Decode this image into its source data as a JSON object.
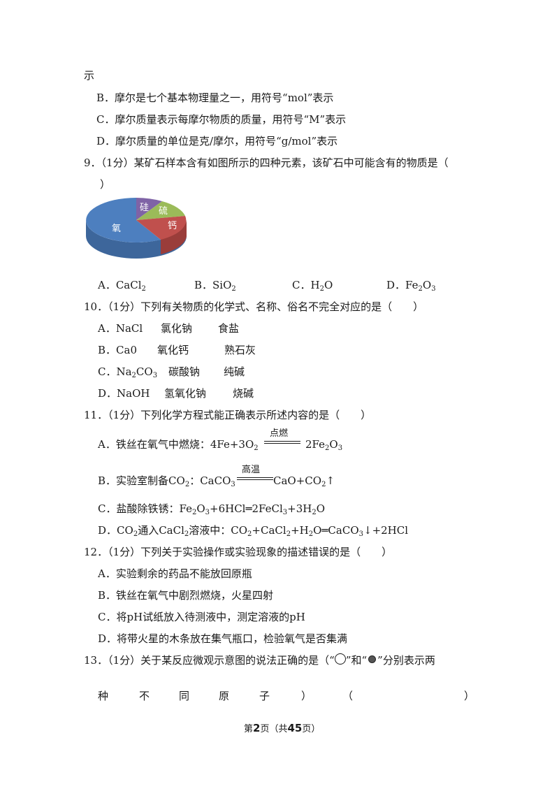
{
  "q8": {
    "cont": "示",
    "B": "B．摩尔是七个基本物理量之一，用符号“mol”表示",
    "C": "C．摩尔质量表示每摩尔物质的质量，用符号“M”表示",
    "D": "D．摩尔质量的单位是克/摩尔，用符号“g/mol”表示"
  },
  "q9": {
    "stem1": "9．（1分）某矿石样本含有如图所示的四种元素，该矿石中可能含有的物质是（",
    "stem2": "）",
    "pie": {
      "slices": [
        {
          "label": "氧",
          "color": "#4d7fbf"
        },
        {
          "label": "硅",
          "color": "#7f63a6"
        },
        {
          "label": "硫",
          "color": "#9bbb59"
        },
        {
          "label": "钙",
          "color": "#c0504d"
        }
      ]
    },
    "options": {
      "A_pre": "A．CaCl",
      "A_sub": "2",
      "B_pre": "B．SiO",
      "B_sub": "2",
      "C_pre": "C．H",
      "C_sub": "2",
      "C_post": "O",
      "D_pre": "D．Fe",
      "D_sub1": "2",
      "D_mid": "O",
      "D_sub2": "3"
    }
  },
  "q10": {
    "stem": "10．（1分）下列有关物质的化学式、名称、俗名不完全对应的是（　　）",
    "A_f": "A．NaCl",
    "A_n": "氯化钠",
    "A_c": "食盐",
    "B_f": "B．Ca0",
    "B_n": "氧化钙",
    "B_c": "熟石灰",
    "C_f1": "C．Na",
    "C_s1": "2",
    "C_f2": "CO",
    "C_s2": "3",
    "C_n": "碳酸钠",
    "C_c": "纯碱",
    "D_f": "D．NaOH",
    "D_n": "氢氧化钠",
    "D_c": "烧碱"
  },
  "q11": {
    "stem": "11．（1分）下列化学方程式能正确表示所述内容的是（　　）",
    "A": {
      "t1": "A．铁丝在氧气中燃烧：4Fe+3O",
      "s1": "2",
      "cond": "点燃",
      "t2": "2Fe",
      "s2": "2",
      "t3": "O",
      "s3": "3"
    },
    "B": {
      "t1": "B．实验室制备CO",
      "s1": "2",
      "t2": "：CaCO",
      "s2": "3",
      "cond": "高温",
      "t3": "CaO+CO",
      "s3": "2",
      "t4": "↑"
    },
    "C": {
      "t1": "C．盐酸除铁锈：Fe",
      "s1": "2",
      "t2": "O",
      "s2": "3",
      "t3": "+6HCl═2FeCl",
      "s3": "3",
      "t4": "+3H",
      "s4": "2",
      "t5": "O"
    },
    "D": {
      "t1": "D．CO",
      "s1": "2",
      "t2": "通入CaCl",
      "s2": "2",
      "t3": "溶液中：CO",
      "s3": "2",
      "t4": "+CaCl",
      "s4": "2",
      "t5": "+H",
      "s5": "2",
      "t6": "O═CaCO",
      "s6": "3",
      "t7": "↓+2HCl"
    }
  },
  "q12": {
    "stem": "12．（1分）下列关于实验操作或实验现象的描述错误的是（　　）",
    "A": "A．实验剩余的药品不能放回原瓶",
    "B": "B．铁丝在氧气中剧烈燃烧，火星四射",
    "C": "C．将pH试纸放入待测液中，测定溶液的pH",
    "D": "D．将带火星的木条放在集气瓶口，检验氧气是否集满"
  },
  "q13": {
    "stem_a": "13．（1分）关于某反应微观示意图的说法正确的是（“",
    "stem_b": "”和“",
    "stem_c": "”分别表示两",
    "line2": [
      "种",
      "不",
      "同",
      "原",
      "子",
      "）",
      "（",
      "）"
    ]
  },
  "footer": {
    "p1": "第",
    "page": "2",
    "p2": "页（共",
    "total": "45",
    "p3": "页）"
  }
}
